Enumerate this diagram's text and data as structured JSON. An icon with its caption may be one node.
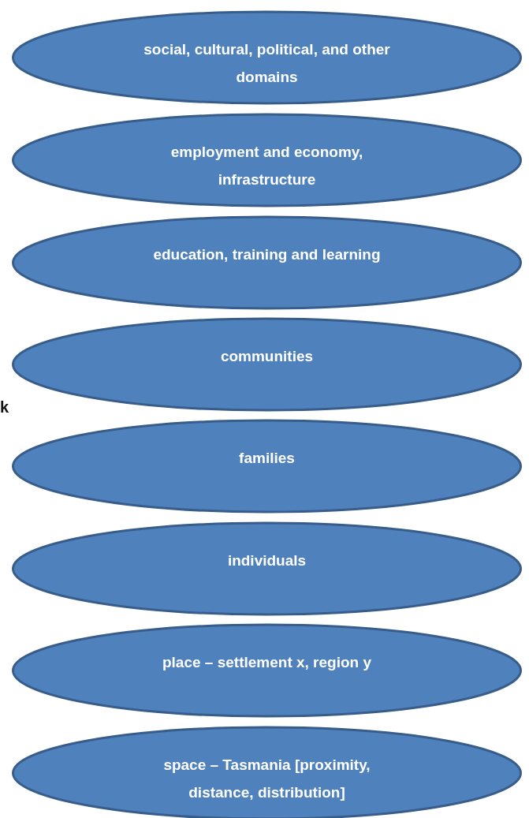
{
  "diagram": {
    "nodes": [
      {
        "text": [
          "social, cultural, political, and other domains"
        ]
      },
      {
        "text": [
          "employment and economy, infrastructure"
        ]
      },
      {
        "text": [
          "education, training and learning"
        ]
      },
      {
        "text": [
          "communities"
        ]
      },
      {
        "text": [
          "families"
        ]
      },
      {
        "text": [
          "individuals"
        ]
      },
      {
        "text": [
          "place – settlement x, region y"
        ]
      },
      {
        "text": [
          "space – Tasmania [proximity, distance, distribution]"
        ]
      }
    ],
    "labels": [
      "k"
    ]
  }
}
